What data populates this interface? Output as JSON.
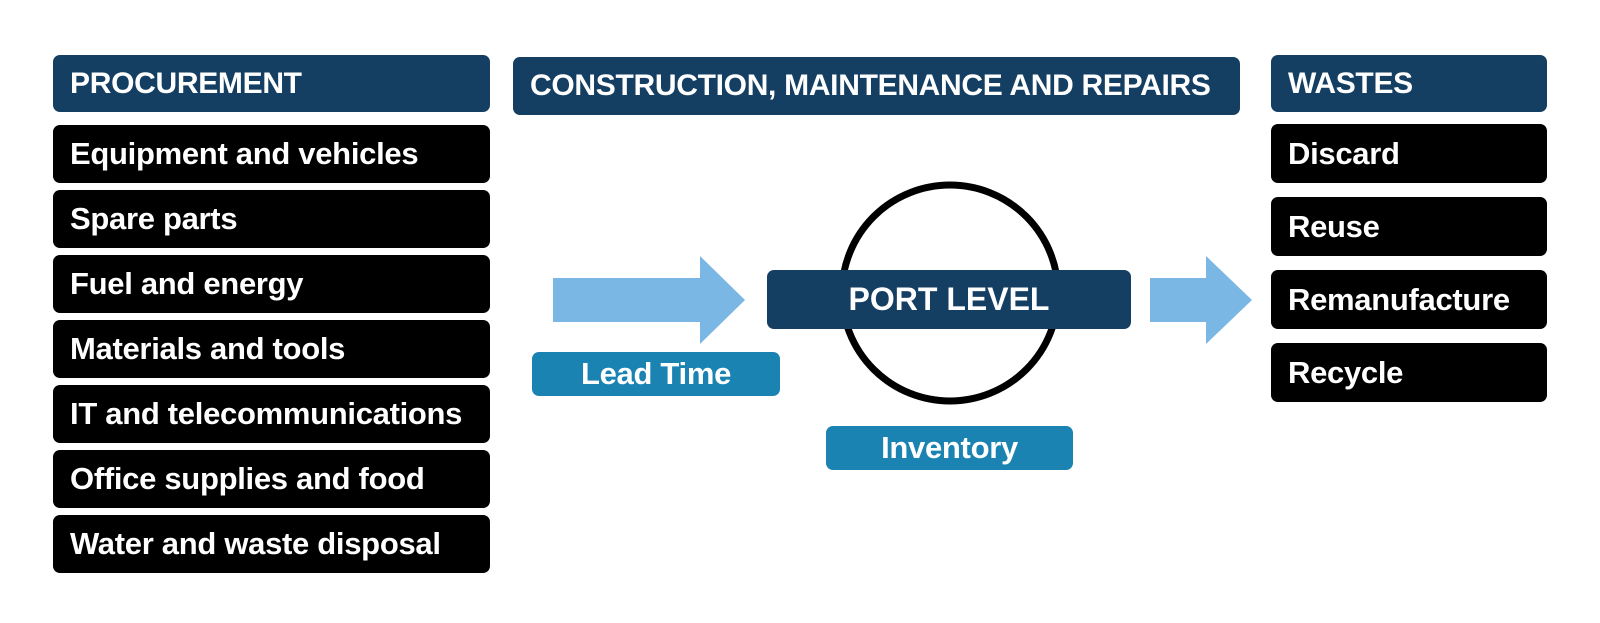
{
  "colors": {
    "header": "#143f62",
    "item": "#000000",
    "label": "#1a83b2",
    "arrow": "#7ab7e5",
    "circle": "#000000"
  },
  "procurement": {
    "title": "PROCUREMENT",
    "items": [
      "Equipment and vehicles",
      "Spare parts",
      "Fuel and energy",
      "Materials and tools",
      "IT and telecommunications",
      "Office supplies and food",
      "Water and waste disposal"
    ]
  },
  "center": {
    "title": "CONSTRUCTION, MAINTENANCE AND REPAIRS",
    "port_label": "PORT LEVEL",
    "lead_time_label": "Lead Time",
    "inventory_label": "Inventory"
  },
  "wastes": {
    "title": "WASTES",
    "items": [
      "Discard",
      "Reuse",
      "Remanufacture",
      "Recycle"
    ]
  }
}
